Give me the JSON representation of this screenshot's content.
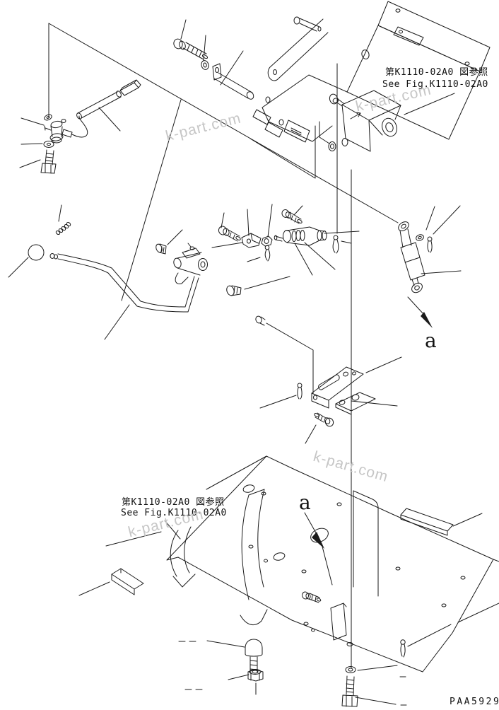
{
  "figure": {
    "upper_reference_jp": "第K1110-02A0 図参照",
    "upper_reference_en": "See Fig.K1110-02A0",
    "lower_reference_jp": "第K1110-02A0 図参照",
    "lower_reference_en": "See Fig.K1110-02A0",
    "detail_label_upper": "a",
    "detail_label_lower": "a",
    "drawing_number": "PAA5929",
    "watermark_text": "k-part.com",
    "colors": {
      "line": "#1a1a1a",
      "background": "#ffffff",
      "watermark": "#c6c6c6"
    }
  }
}
